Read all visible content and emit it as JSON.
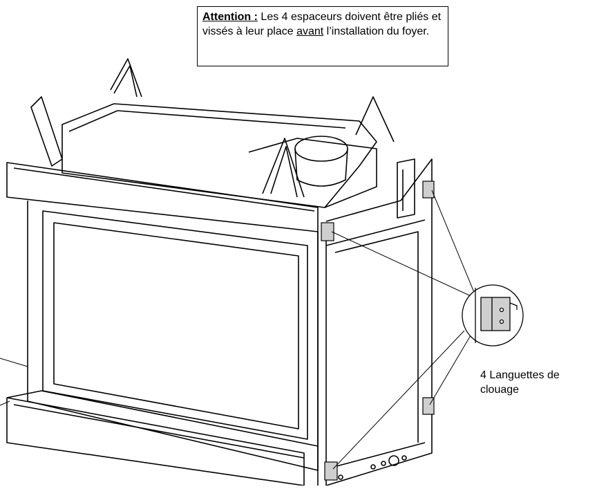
{
  "callout": {
    "lead": "Attention :",
    "text_1": " Les 4 espaceurs doivent être pliés et vissés à leur place ",
    "emphasis": "avant",
    "text_2": " l’installation du foyer."
  },
  "labels": {
    "nailing_tabs": "4 Languettes de clouage"
  },
  "colors": {
    "line": "#000000",
    "bracket_fill": "#cfcfcf",
    "background": "#ffffff"
  }
}
